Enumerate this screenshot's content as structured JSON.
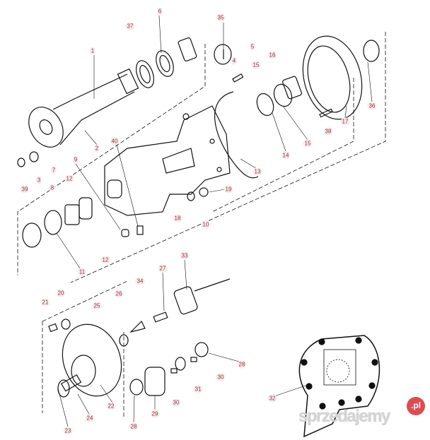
{
  "diagram": {
    "labels": [
      "1",
      "2",
      "3",
      "4",
      "5",
      "6",
      "7",
      "8",
      "9",
      "10",
      "11",
      "12",
      "12",
      "13",
      "14",
      "15",
      "15",
      "16",
      "17",
      "18",
      "19",
      "20",
      "21",
      "22",
      "23",
      "24",
      "25",
      "26",
      "27",
      "28",
      "28",
      "29",
      "30",
      "30",
      "31",
      "32",
      "33",
      "34",
      "35",
      "36",
      "37",
      "38",
      "39",
      "40"
    ],
    "watermark": "sprzedajemy",
    "watermark_badge": ".pl",
    "label_color": "#a0283c"
  }
}
